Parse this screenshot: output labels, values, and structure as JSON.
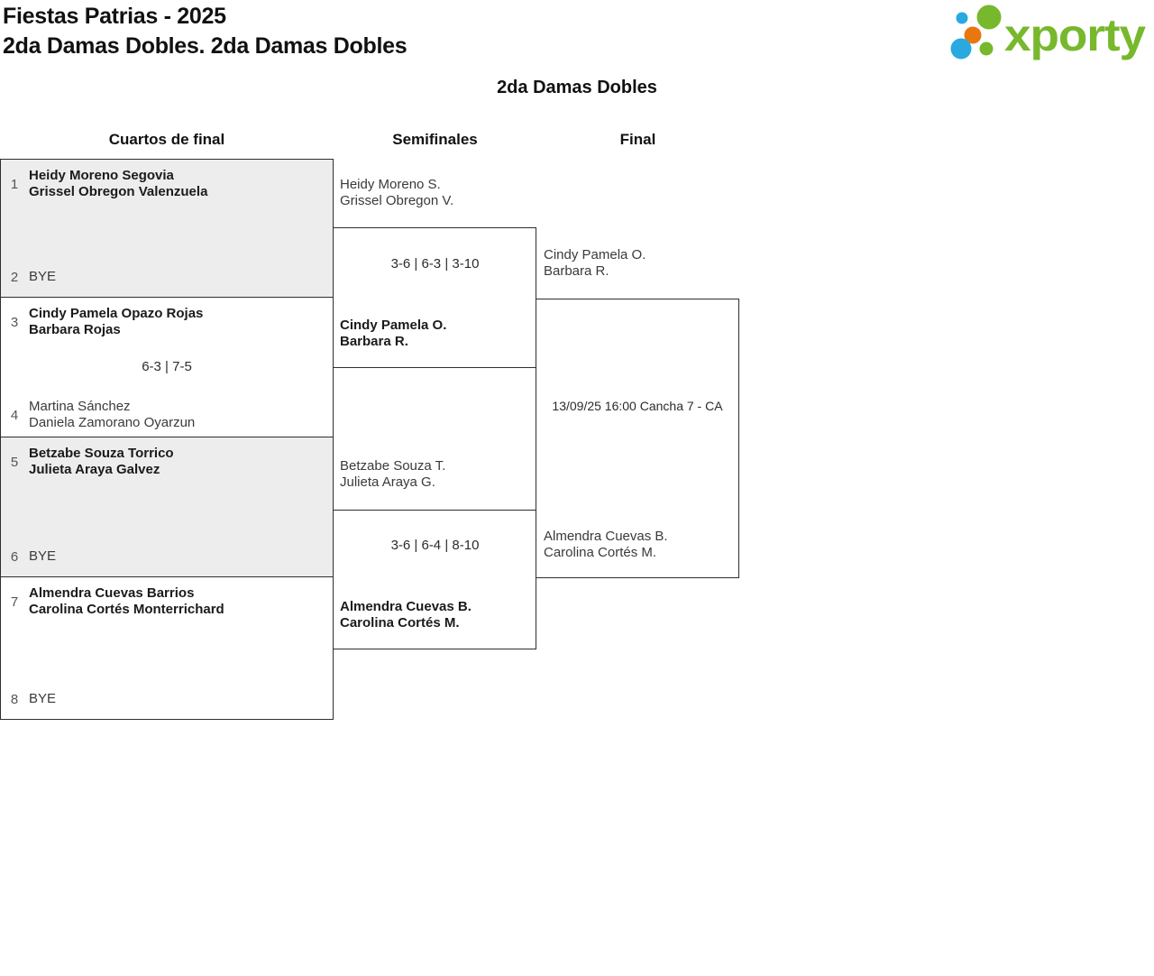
{
  "header": {
    "title": "Fiestas Patrias - 2025",
    "subtitle": "2da Damas Dobles. 2da Damas Dobles"
  },
  "logo": {
    "brand": "xporty",
    "colors": {
      "green": "#77b82c",
      "blue": "#29a9e0",
      "orange": "#e8770e"
    }
  },
  "bracket": {
    "section_title": "2da Damas Dobles",
    "rounds": {
      "quarterfinals": "Cuartos de final",
      "semifinals": "Semifinales",
      "final": "Final"
    },
    "quarterfinals": [
      {
        "seed_top": "1",
        "top_line1": "Heidy Moreno Segovia",
        "top_line2": "Grissel Obregon Valenzuela",
        "score": "",
        "seed_bottom": "2",
        "bottom_line1": "BYE",
        "bottom_line2": ""
      },
      {
        "seed_top": "3",
        "top_line1": "Cindy Pamela Opazo Rojas",
        "top_line2": "Barbara Rojas",
        "score": "6-3 | 7-5",
        "seed_bottom": "4",
        "bottom_line1": "Martina Sánchez",
        "bottom_line2": "Daniela Zamorano Oyarzun"
      },
      {
        "seed_top": "5",
        "top_line1": "Betzabe Souza Torrico",
        "top_line2": "Julieta Araya Galvez",
        "score": "",
        "seed_bottom": "6",
        "bottom_line1": "BYE",
        "bottom_line2": ""
      },
      {
        "seed_top": "7",
        "top_line1": "Almendra Cuevas Barrios",
        "top_line2": "Carolina Cortés Monterrichard",
        "score": "",
        "seed_bottom": "8",
        "bottom_line1": "BYE",
        "bottom_line2": ""
      }
    ],
    "semifinals": [
      {
        "top_line1": "Heidy Moreno S.",
        "top_line2": "Grissel Obregon V.",
        "score": "3-6 | 6-3 | 3-10",
        "bottom_line1": "Cindy Pamela O.",
        "bottom_line2": "Barbara R."
      },
      {
        "top_line1": "Betzabe Souza T.",
        "top_line2": "Julieta Araya G.",
        "score": "3-6 | 6-4 | 8-10",
        "bottom_line1": "Almendra Cuevas B.",
        "bottom_line2": "Carolina Cortés M."
      }
    ],
    "final": {
      "top_line1": "Cindy Pamela O.",
      "top_line2": "Barbara R.",
      "match_info": "13/09/25 16:00 Cancha 7 - CA",
      "bottom_line1": "Almendra Cuevas B.",
      "bottom_line2": "Carolina Cortés M."
    }
  }
}
